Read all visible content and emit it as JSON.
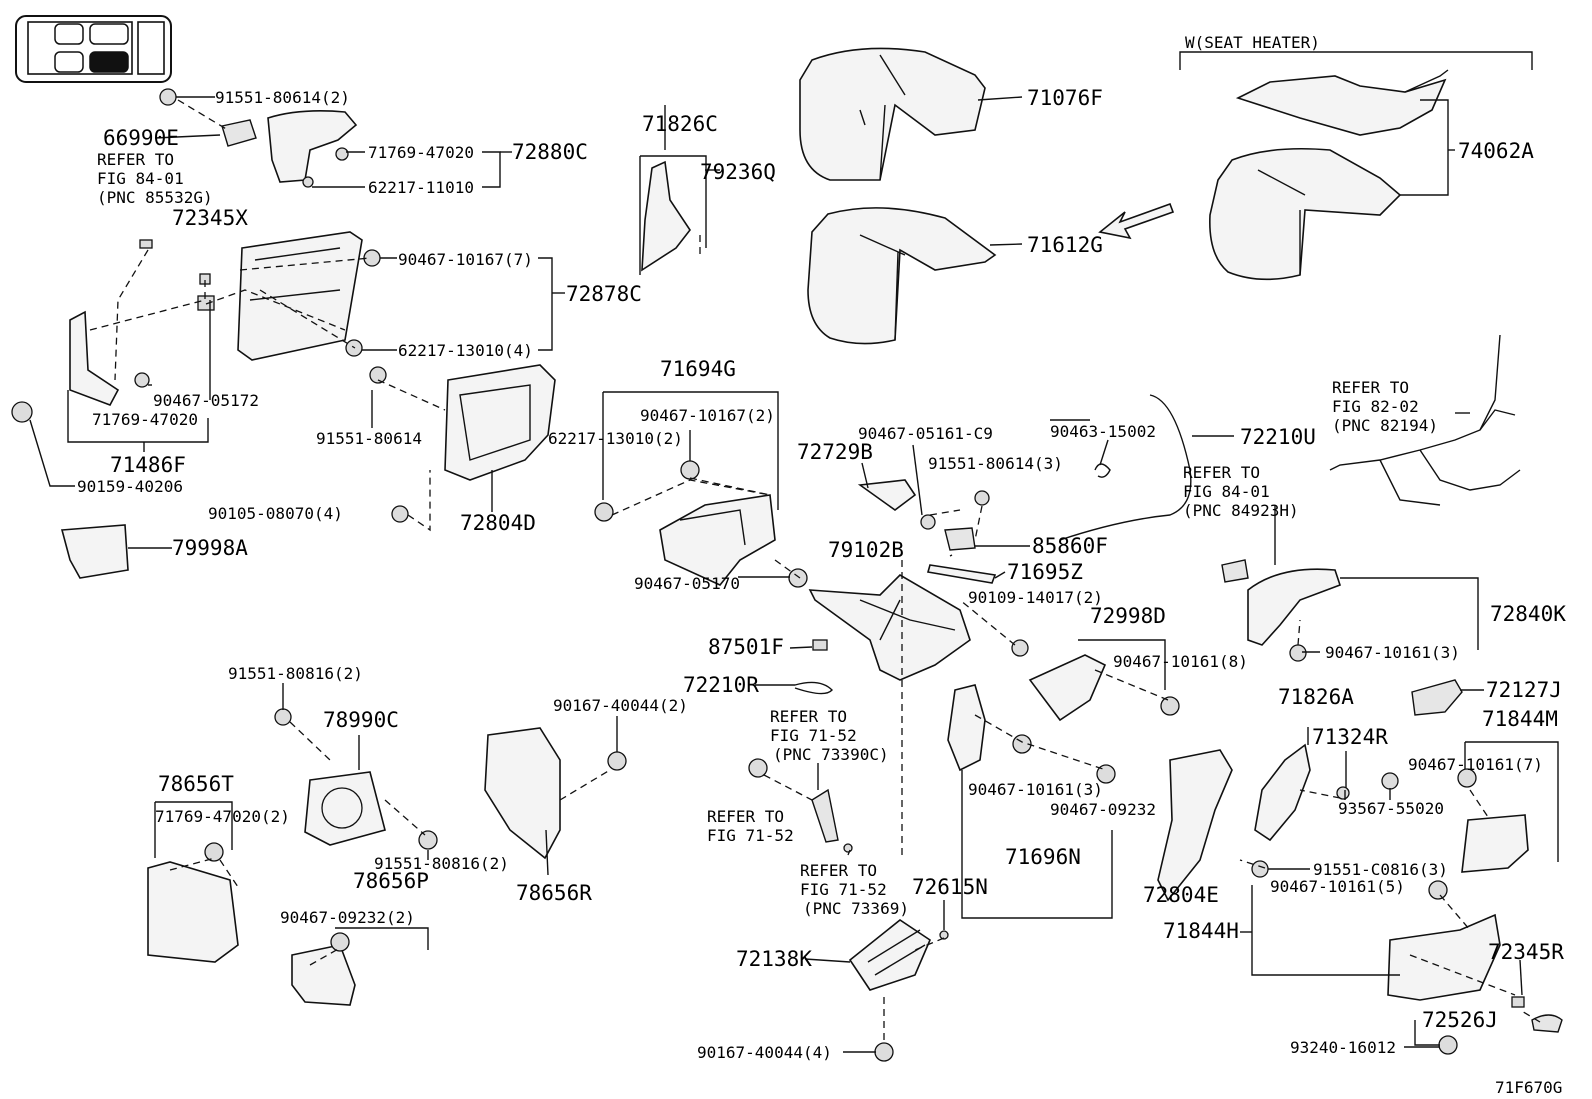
{
  "diagram": {
    "figure_code": "71F670G",
    "seat_heater_label": "W(SEAT HEATER)",
    "labels": {
      "p_91551_80614_2": "91551-80614(2)",
      "p_66990E": "66990E",
      "refer_84_01_a1": "REFER TO",
      "refer_84_01_a2": "FIG 84-01",
      "refer_84_01_a3": "(PNC 85532G)",
      "p_71769_47020_top": "71769-47020",
      "p_72880C": "72880C",
      "p_62217_11010": "62217-11010",
      "p_71826C": "71826C",
      "p_79236Q": "79236Q",
      "p_72345X": "72345X",
      "p_90467_10167_7": "90467-10167(7)",
      "p_72878C": "72878C",
      "p_62217_13010_4": "62217-13010(4)",
      "p_90467_05172": "90467-05172",
      "p_71769_47020_mid": "71769-47020",
      "p_91551_80614": "91551-80614",
      "p_71486F": "71486F",
      "p_90159_40206": "90159-40206",
      "p_90105_08070_4": "90105-08070(4)",
      "p_72804D": "72804D",
      "p_79998A": "79998A",
      "p_71694G": "71694G",
      "p_90467_10167_2": "90467-10167(2)",
      "p_62217_13010_2": "62217-13010(2)",
      "p_90467_05170": "90467-05170",
      "p_71076F": "71076F",
      "p_71612G": "71612G",
      "p_74062A": "74062A",
      "p_90467_05161_C9": "90467-05161-C9",
      "p_90463_15002": "90463-15002",
      "p_72210U": "72210U",
      "p_72729B": "72729B",
      "p_91551_80614_3": "91551-80614(3)",
      "refer_84_01_b1": "REFER TO",
      "refer_84_01_b2": "FIG 84-01",
      "refer_84_01_b3": "(PNC 84923H)",
      "refer_82_02_1": "REFER TO",
      "refer_82_02_2": "FIG 82-02",
      "refer_82_02_3": "(PNC 82194)",
      "p_85860F": "85860F",
      "p_79102B": "79102B",
      "p_71695Z": "71695Z",
      "p_90109_14017_2": "90109-14017(2)",
      "p_72998D": "72998D",
      "p_72840K": "72840K",
      "p_90467_10161_8": "90467-10161(8)",
      "p_90467_10161_3a": "90467-10161(3)",
      "p_87501F": "87501F",
      "p_72210R": "72210R",
      "p_72127J": "72127J",
      "p_71826A": "71826A",
      "p_71844M": "71844M",
      "p_71324R": "71324R",
      "p_90467_10161_7": "90467-10161(7)",
      "p_91551_80816_2a": "91551-80816(2)",
      "p_78990C": "78990C",
      "p_90167_40044_2": "90167-40044(2)",
      "refer_71_52_a1": "REFER TO",
      "refer_71_52_a2": "FIG 71-52",
      "refer_71_52_a3": "(PNC 73390C)",
      "refer_71_52_b1": "REFER TO",
      "refer_71_52_b2": "FIG 71-52",
      "p_90467_10161_3b": "90467-10161(3)",
      "p_90467_09232": "90467-09232",
      "p_93567_55020": "93567-55020",
      "p_78656T": "78656T",
      "p_71769_47020_2": "71769-47020(2)",
      "p_91551_80816_2b": "91551-80816(2)",
      "p_71696N": "71696N",
      "p_72804E": "72804E",
      "p_91551_C0816_3": "91551-C0816(3)",
      "p_78656P": "78656P",
      "p_78656R": "78656R",
      "refer_71_52_c1": "REFER TO",
      "refer_71_52_c2": "FIG 71-52",
      "refer_71_52_c3": "(PNC 73369)",
      "p_72615N": "72615N",
      "p_90467_10161_5": "90467-10161(5)",
      "p_71844H": "71844H",
      "p_90467_09232_2": "90467-09232(2)",
      "p_72138K": "72138K",
      "p_72345R": "72345R",
      "p_72526J": "72526J",
      "p_93240_16012": "93240-16012",
      "p_90167_40044_4": "90167-40044(4)"
    }
  }
}
